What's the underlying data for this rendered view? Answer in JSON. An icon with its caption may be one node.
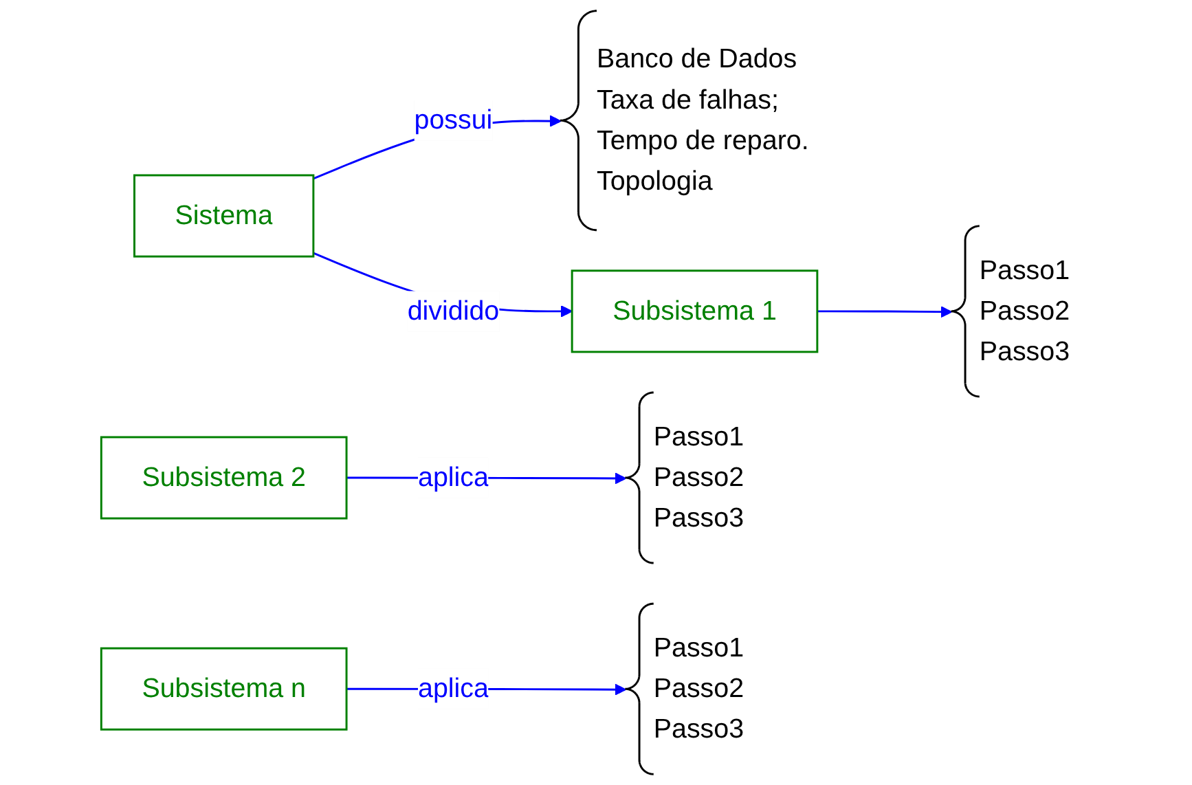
{
  "diagram": {
    "nodes": [
      {
        "text": [
          "Sistema"
        ]
      },
      {
        "text": [
          "Banco de Dados",
          "Taxa de falhas;",
          "Tempo de reparo.",
          "Topologia"
        ]
      },
      {
        "text": [
          "Subsistema 1"
        ]
      },
      {
        "text": [
          "Passo1",
          "Passo2",
          "Passo3"
        ]
      },
      {
        "text": [
          "Subsistema 2"
        ]
      },
      {
        "text": [
          "Passo1",
          "Passo2",
          "Passo3"
        ]
      },
      {
        "text": [
          "Subsistema n"
        ]
      },
      {
        "text": [
          "Passo1",
          "Passo2",
          "Passo3"
        ]
      }
    ],
    "edges": [
      {
        "from": 0,
        "to": 1,
        "arrow": "to",
        "label": "possui"
      },
      {
        "from": 0,
        "to": 2,
        "arrow": "to",
        "label": "dividido"
      },
      {
        "from": 2,
        "to": 3,
        "arrow": "to"
      },
      {
        "from": 4,
        "to": 5,
        "arrow": "to",
        "label": "aplica"
      },
      {
        "from": 6,
        "to": 7,
        "arrow": "to",
        "label": "aplica"
      }
    ]
  }
}
